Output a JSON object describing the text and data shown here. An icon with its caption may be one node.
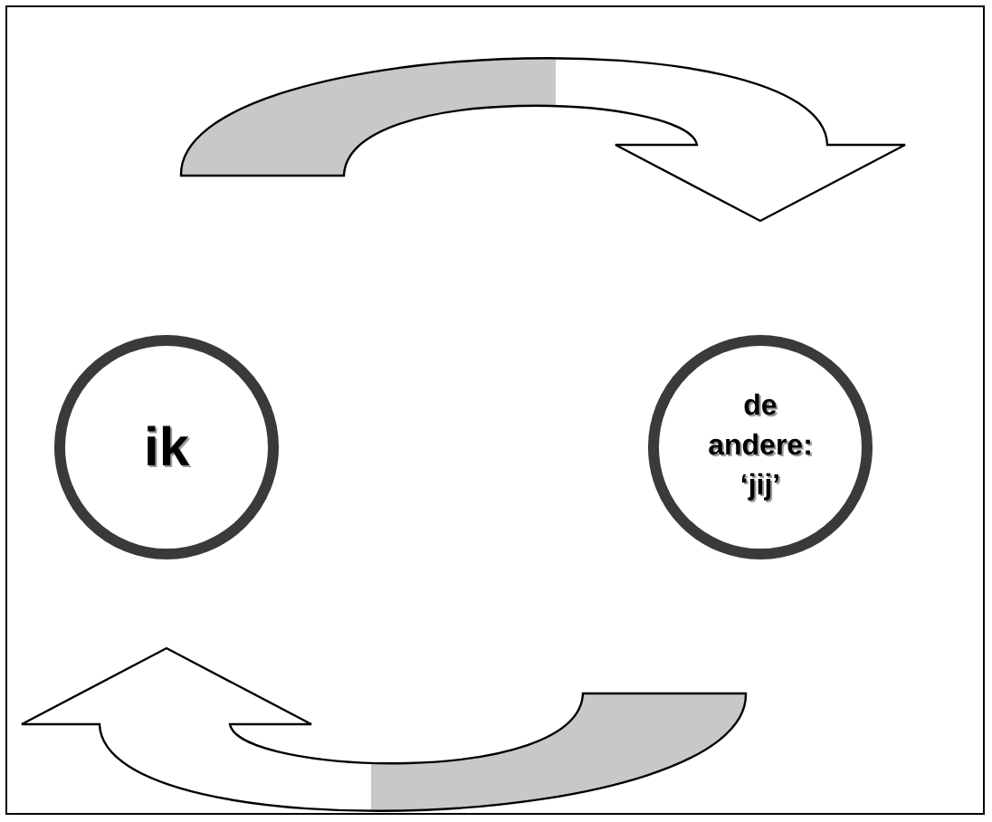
{
  "diagram": {
    "nodes": [
      {
        "text": [
          "ik"
        ]
      },
      {
        "text": [
          "de andere: ‘jij’"
        ]
      }
    ],
    "edges": [
      {
        "from": 0,
        "to": 1,
        "arrow": "to",
        "style": "thick"
      },
      {
        "from": 1,
        "to": 0,
        "arrow": "to",
        "style": "thick"
      }
    ]
  }
}
